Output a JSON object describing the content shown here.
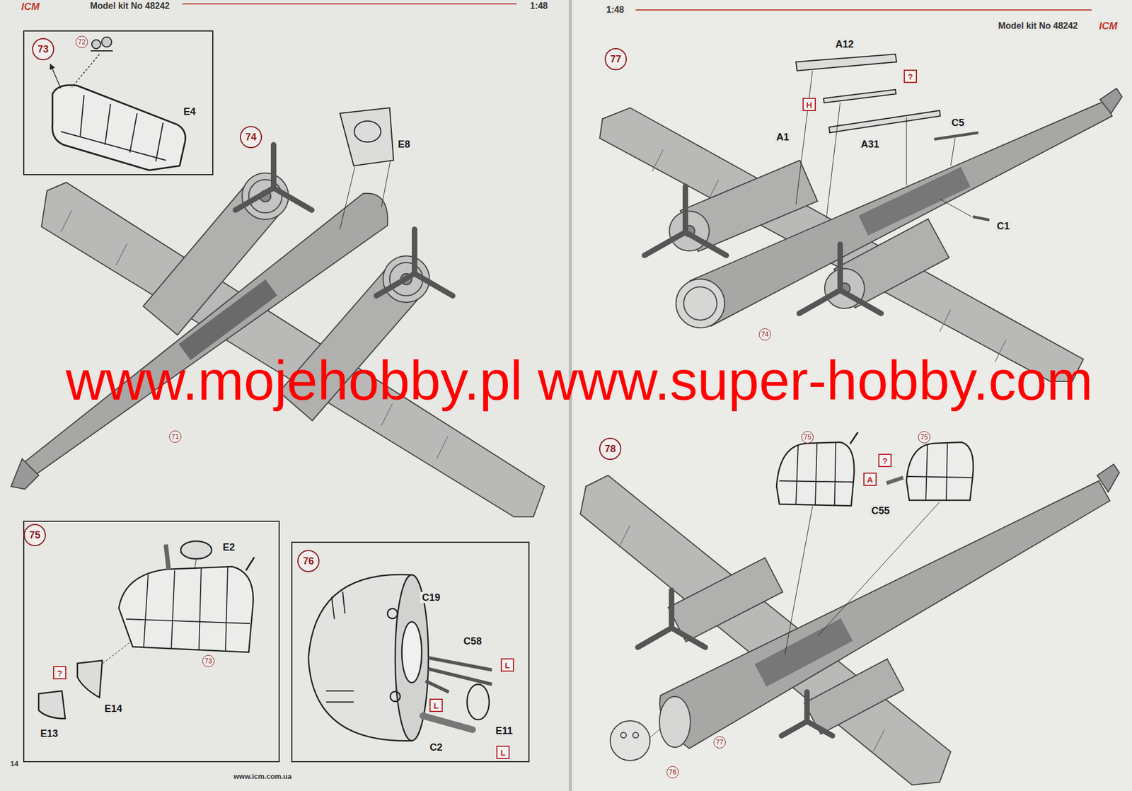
{
  "diagram": {
    "nodes": [
      {
        "text": [
          "73"
        ]
      },
      {
        "text": [
          "72"
        ]
      },
      {
        "text": [
          "74"
        ]
      },
      {
        "text": [
          "71"
        ]
      },
      {
        "text": [
          "75"
        ]
      },
      {
        "text": [
          "?"
        ]
      },
      {
        "text": [
          "73"
        ]
      },
      {
        "text": [
          "76"
        ]
      },
      {
        "text": [
          "L"
        ]
      },
      {
        "text": [
          "L"
        ]
      },
      {
        "text": [
          "L"
        ]
      },
      {
        "text": [
          "77"
        ]
      },
      {
        "text": [
          "?"
        ]
      },
      {
        "text": [
          "H"
        ]
      },
      {
        "text": [
          "74"
        ]
      },
      {
        "text": [
          "78"
        ]
      },
      {
        "text": [
          "75"
        ]
      },
      {
        "text": [
          "75"
        ]
      },
      {
        "text": [
          "?"
        ]
      },
      {
        "text": [
          "A"
        ]
      },
      {
        "text": [
          "77"
        ]
      },
      {
        "text": [
          "76"
        ]
      }
    ],
    "labels": [
      "ICM",
      "Model kit No 48242",
      "1:48",
      "1:48",
      "Model kit No 48242",
      "ICM",
      "E4",
      "E8",
      "E2",
      "E14",
      "E13",
      "C19",
      "C58",
      "E11",
      "C2",
      "A12",
      "A1",
      "A31",
      "C5",
      "C1",
      "C55",
      "14",
      "www.icm.com.ua",
      "www.mojehobby.pl www.super-hobby.com"
    ]
  }
}
